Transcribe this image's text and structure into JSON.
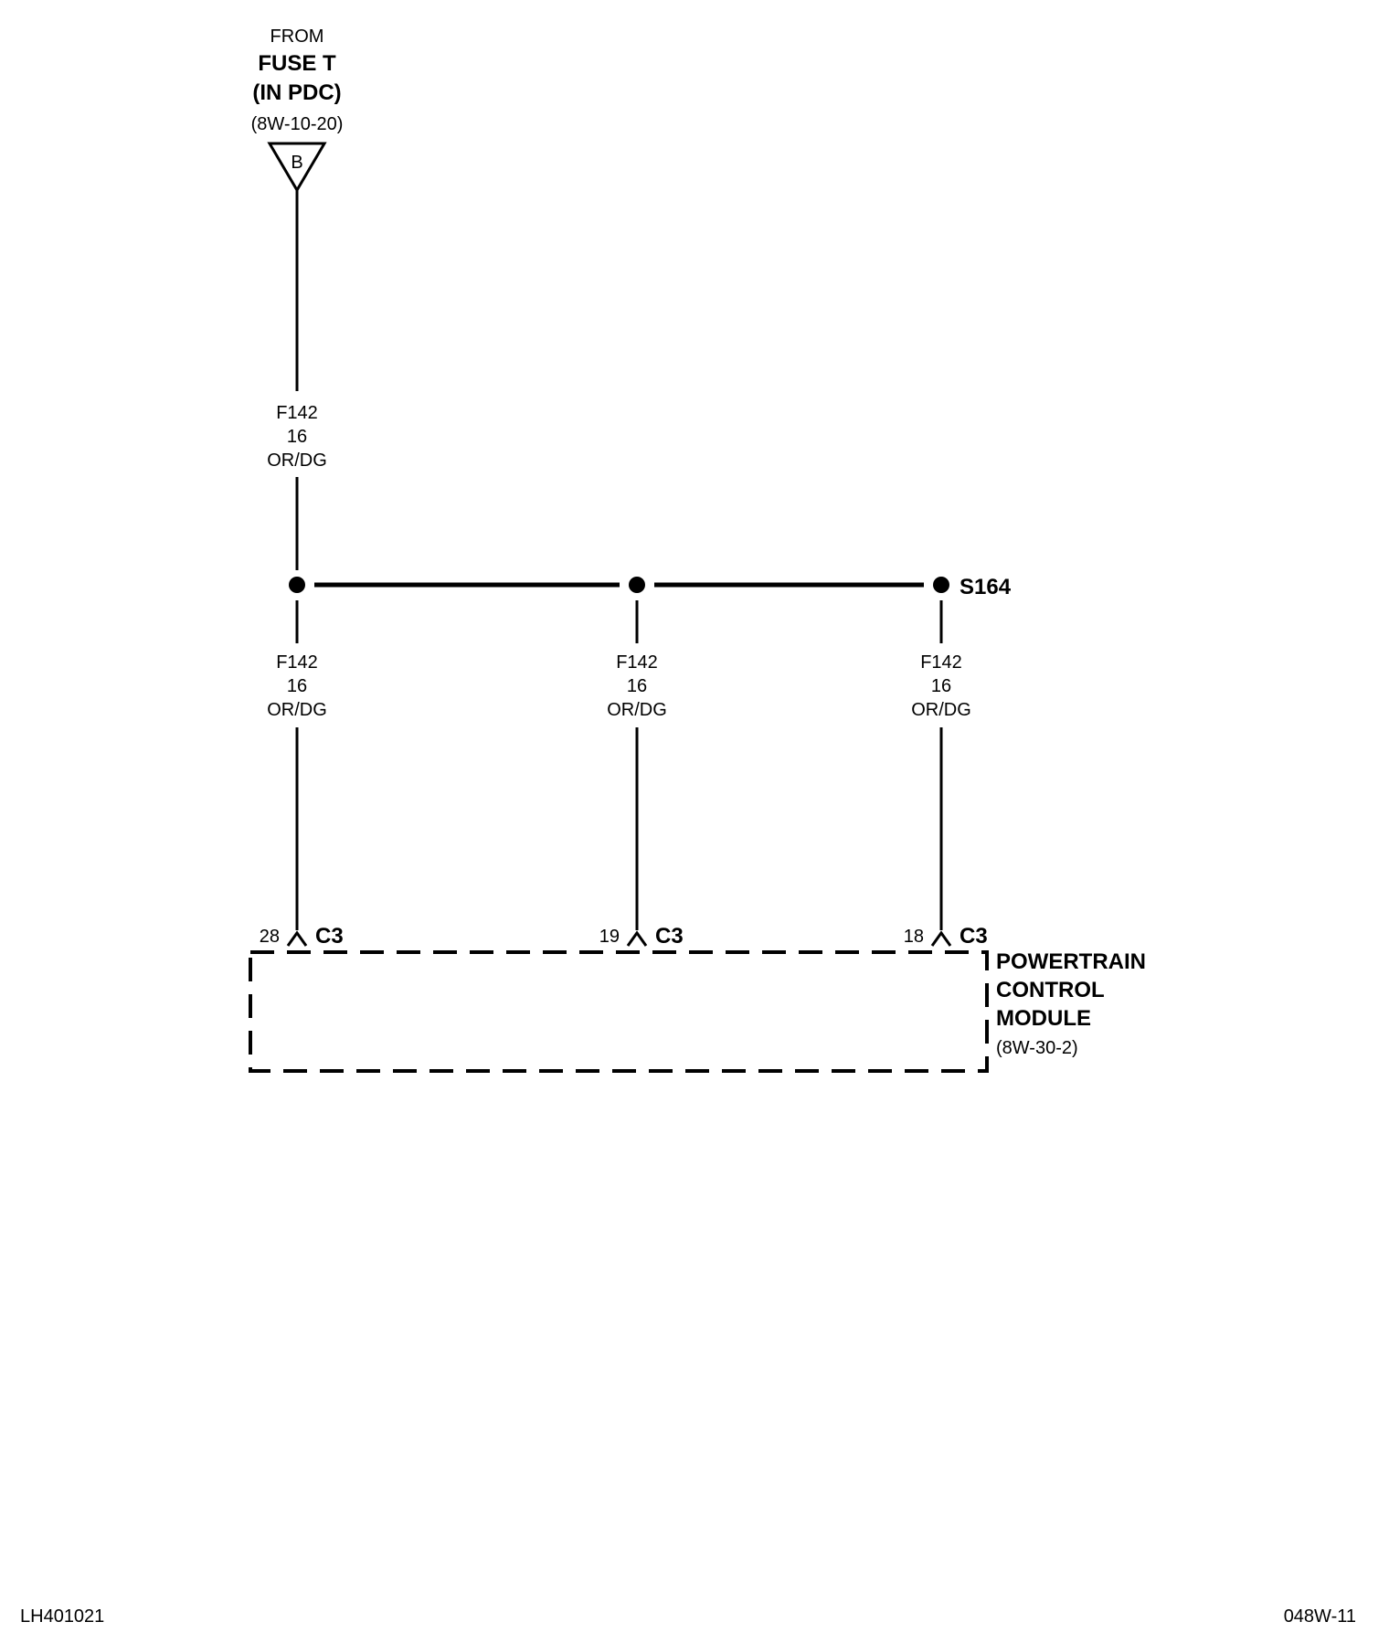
{
  "source": {
    "from_label": "FROM",
    "fuse_label": "FUSE T",
    "location_label": "(IN PDC)",
    "page_ref": "(8W-10-20)",
    "connector_letter": "B"
  },
  "wire_main": {
    "circuit": "F142",
    "gauge": "16",
    "color": "OR/DG"
  },
  "splice": {
    "id": "S164"
  },
  "branches": [
    {
      "circuit": "F142",
      "gauge": "16",
      "color": "OR/DG",
      "pin": "28",
      "connector": "C3"
    },
    {
      "circuit": "F142",
      "gauge": "16",
      "color": "OR/DG",
      "pin": "19",
      "connector": "C3"
    },
    {
      "circuit": "F142",
      "gauge": "16",
      "color": "OR/DG",
      "pin": "18",
      "connector": "C3"
    }
  ],
  "module": {
    "name_line1": "POWERTRAIN",
    "name_line2": "CONTROL",
    "name_line3": "MODULE",
    "page_ref": "(8W-30-2)"
  },
  "footer": {
    "left_code": "LH401021",
    "right_code": "048W-11"
  }
}
